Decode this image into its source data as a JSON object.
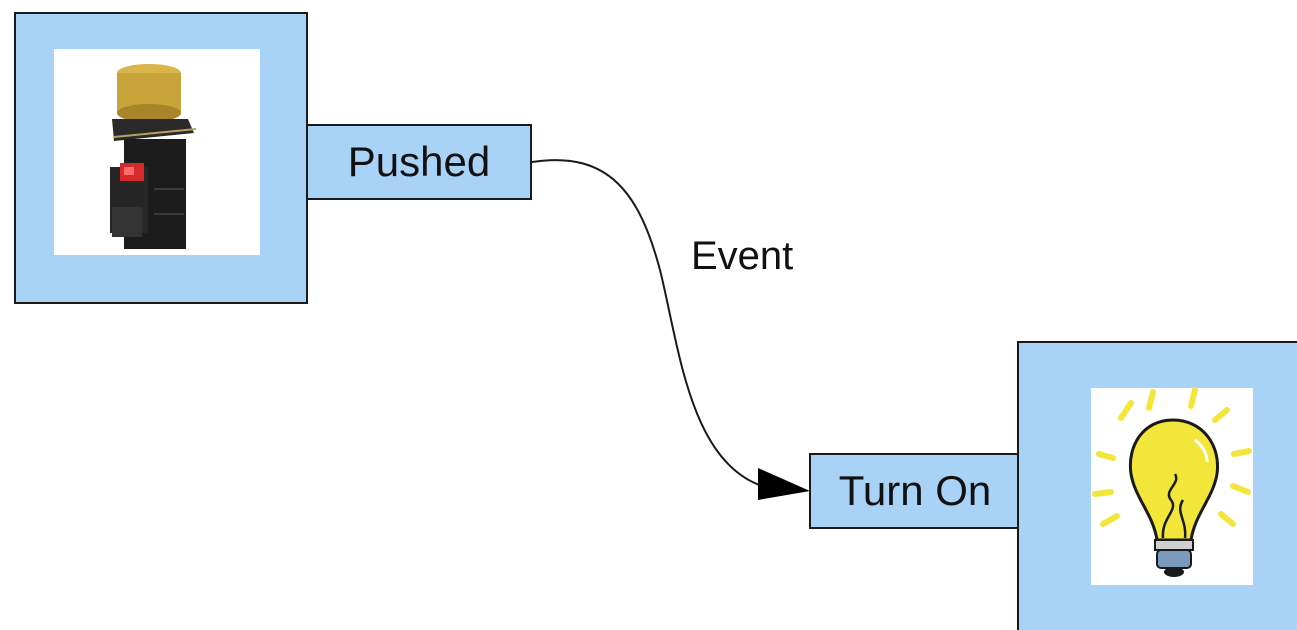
{
  "colors": {
    "node_fill": "#a9d2f7",
    "border": "#1a1a1a",
    "text": "#111111",
    "button_cap": "#c9a43a",
    "button_body": "#1c1c1c",
    "button_red": "#d62a2a",
    "bulb_yellow": "#f2e63a",
    "bulb_base": "#7a9bbd"
  },
  "diagram": {
    "source_node": {
      "image_icon": "push-button-icon",
      "port_label": "Pushed"
    },
    "target_node": {
      "image_icon": "light-bulb-icon",
      "port_label": "Turn On"
    },
    "edge": {
      "label": "Event",
      "arrow": "arrowhead-at-target"
    }
  }
}
